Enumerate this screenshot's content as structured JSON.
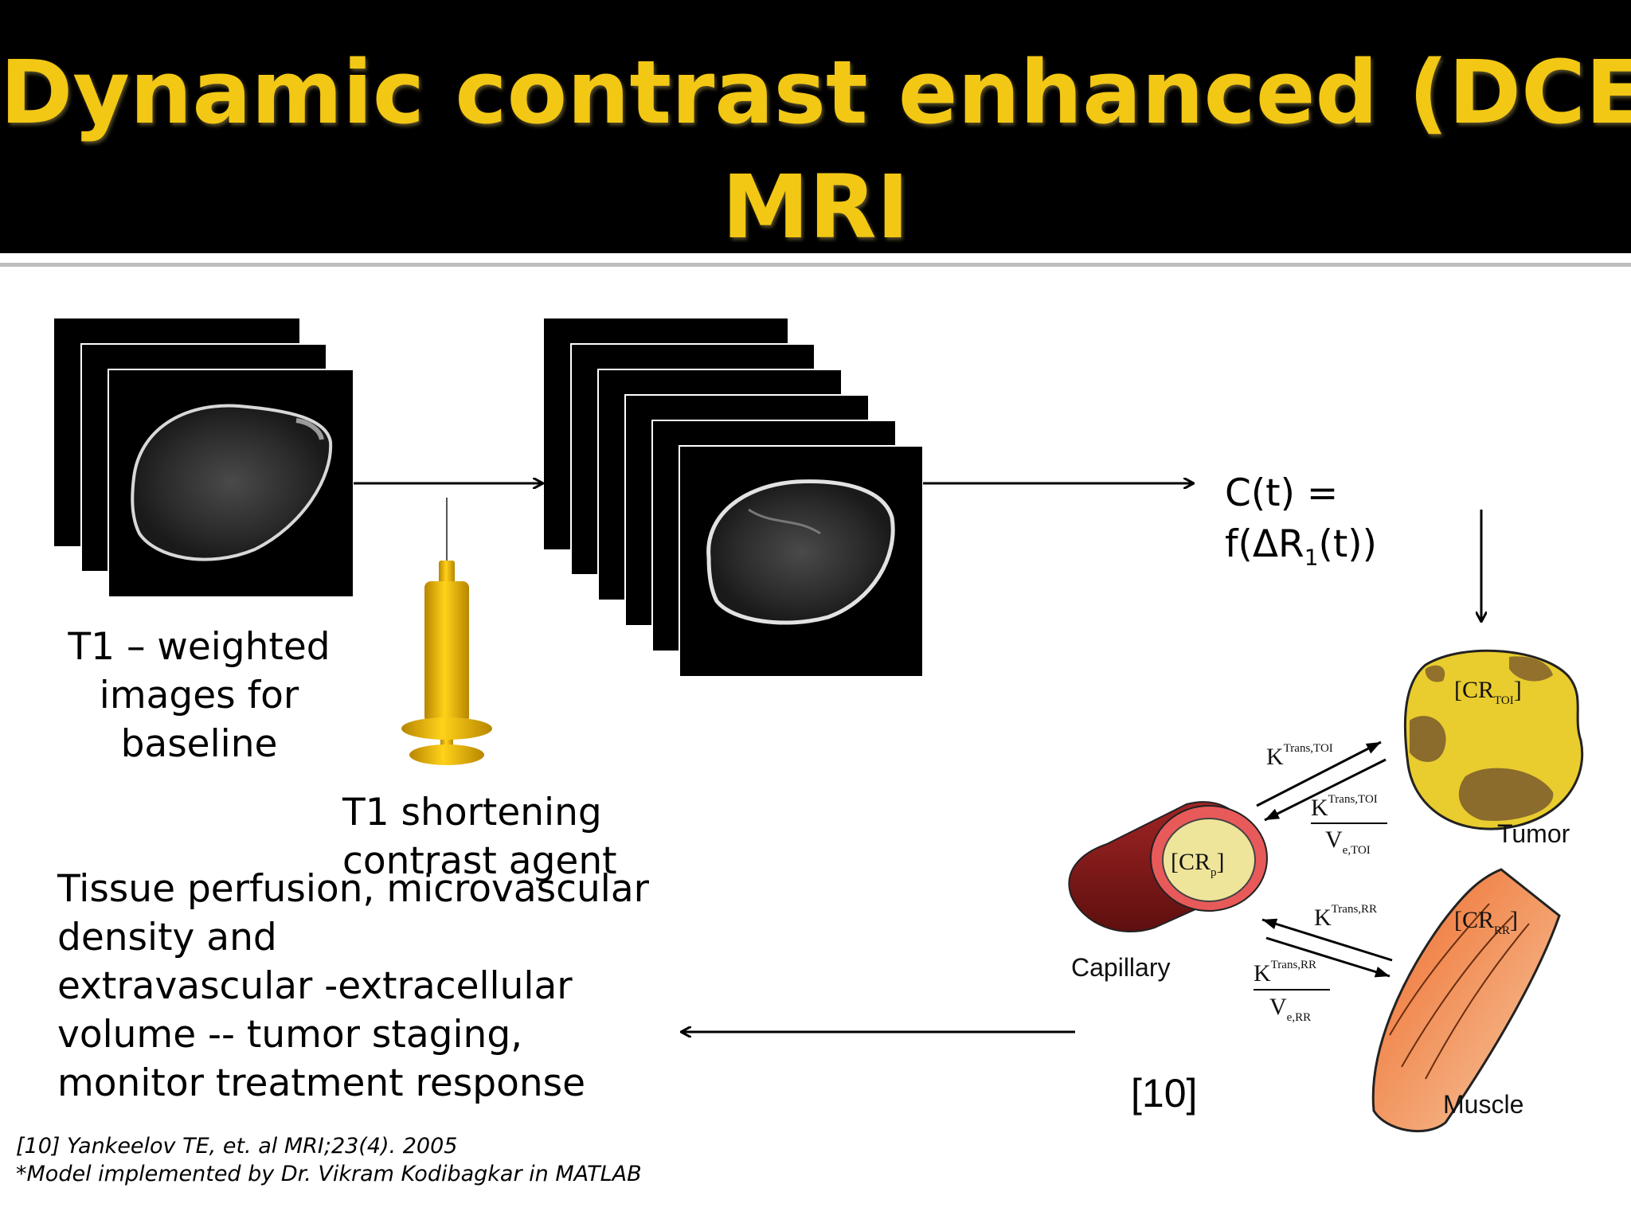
{
  "title": {
    "line1": "Dynamic contrast enhanced (DCE)",
    "line2": "MRI"
  },
  "baseline_label": {
    "line1": "T1 – weighted",
    "line2": "images for",
    "line3": "baseline"
  },
  "agent_label": {
    "line1": "T1 shortening",
    "line2": "contrast agent"
  },
  "equation": {
    "line1": "C(t)  =",
    "line2_pre": "f(ΔR",
    "line2_sub": "1",
    "line2_post": "(t))"
  },
  "summary": {
    "line1": "Tissue perfusion, microvascular",
    "line2": "density and",
    "line3": "extravascular -extracellular",
    "line4": "volume  --  tumor staging,",
    "line5": "monitor treatment response"
  },
  "ref_marker": "[10]",
  "footnotes": {
    "line1": "[10] Yankeelov TE, et. al MRI;23(4). 2005",
    "line2": "*Model  implemented  by Dr. Vikram Kodibagkar in MATLAB"
  },
  "model": {
    "tumor_conc_main": "[CR",
    "tumor_conc_sub": "TOI",
    "tumor_conc_end": "]",
    "tumor_label": "Tumor",
    "capillary_conc_main": "[CR",
    "capillary_conc_sub": "p",
    "capillary_conc_end": "]",
    "capillary_label": "Capillary",
    "muscle_conc_main": "[CR",
    "muscle_conc_sub": "RR",
    "muscle_conc_end": "]",
    "muscle_label": "Muscle",
    "k_symbol": "K",
    "v_symbol": "V",
    "ktrans_toi_sup": "Trans,TOI",
    "ve_toi_sub": "e,TOI",
    "ktrans_rr_sup": "Trans,RR",
    "ve_rr_sub": "e,RR"
  },
  "colors": {
    "title": "#f3c814",
    "syringe": "#e8b400",
    "tumor_yellow": "#e9cc2e",
    "tumor_brown": "#7a5a2c",
    "capillary": "#8a1c1c",
    "muscle": "#e8743a"
  },
  "icons": [
    "syringe-icon",
    "mri-slice-icon",
    "arrow-icon"
  ]
}
